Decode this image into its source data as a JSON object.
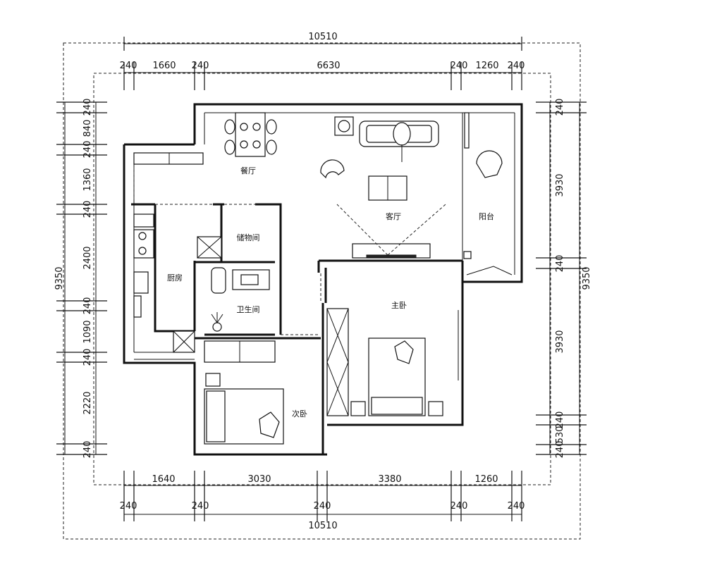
{
  "rooms": {
    "dining": "餐厅",
    "living": "客厅",
    "balcony": "阳台",
    "storage": "储物间",
    "kitchen": "厨房",
    "bathroom": "卫生间",
    "master_bedroom": "主卧",
    "second_bedroom": "次卧"
  },
  "dimensions": {
    "top_total": "10510",
    "top_segments": [
      "240",
      "1660",
      "240",
      "6630",
      "240",
      "1260",
      "240"
    ],
    "bottom_segments": [
      "1640",
      "3030",
      "3380",
      "1260"
    ],
    "bottom_walls": [
      "240",
      "240",
      "240",
      "240",
      "240"
    ],
    "bottom_total": "10510",
    "left_total": "9350",
    "left_segments": [
      "240",
      "840",
      "240",
      "1360",
      "240",
      "2400",
      "240",
      "1090",
      "240",
      "2220",
      "240"
    ],
    "right_total": "9350",
    "right_segments": [
      "240",
      "3930",
      "240",
      "3930",
      "240",
      "530",
      "240"
    ]
  }
}
